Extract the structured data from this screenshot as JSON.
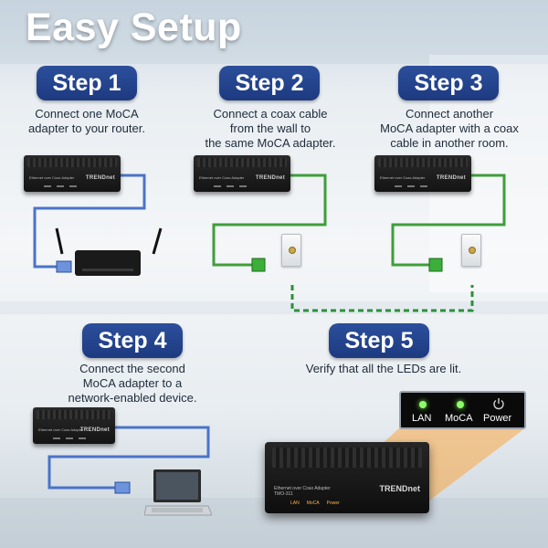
{
  "title": "Easy Setup",
  "steps": [
    {
      "label": "Step 1",
      "text": "Connect one MoCA\nadapter to your router."
    },
    {
      "label": "Step 2",
      "text": "Connect a coax cable\nfrom the wall to\nthe same MoCA adapter."
    },
    {
      "label": "Step 3",
      "text": "Connect another\nMoCA adapter with a coax\ncable in another room."
    },
    {
      "label": "Step 4",
      "text": "Connect the second\nMoCA adapter to a\nnetwork-enabled device."
    },
    {
      "label": "Step 5",
      "text": "Verify that all the LEDs are lit."
    }
  ],
  "device": {
    "brand": "TRENDnet",
    "small_label": "Ethernet over Coax Adapter",
    "model": "TMO-311"
  },
  "led_panel": {
    "lan": "LAN",
    "moca": "MoCA",
    "power": "Power",
    "power_icon": "power-icon"
  },
  "big_device_leds": {
    "lan": "LAN",
    "moca": "MoCA",
    "power": "Power"
  },
  "colors": {
    "pill": "#1d3a80",
    "ethernet_cable": "#4a73c9",
    "coax_cable": "#3f9e3a",
    "led_on": "#8dff6a"
  }
}
